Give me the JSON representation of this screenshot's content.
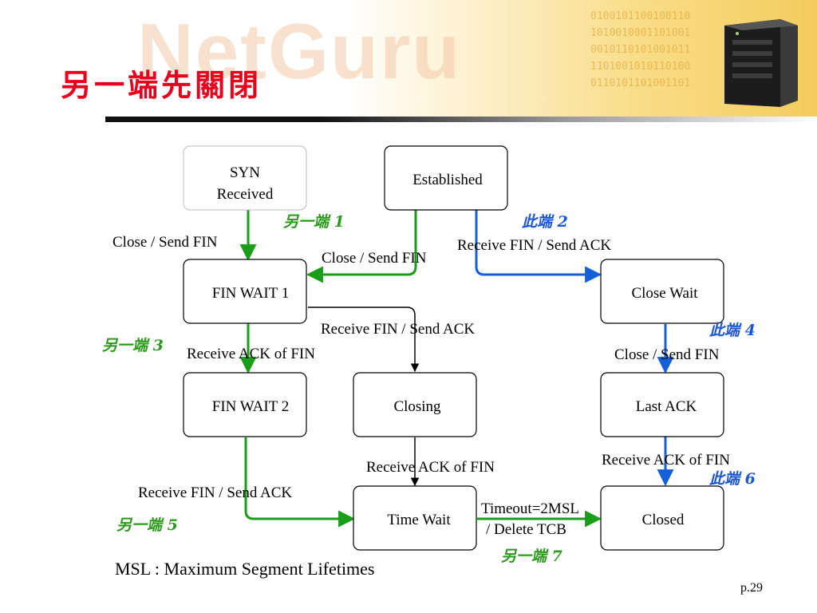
{
  "slide": {
    "title": "另一端先關閉",
    "watermark": "NetGuru",
    "binary_lines": [
      "0100101100100110",
      "1010010001101001",
      "0010110101001011",
      "1101001010110100",
      "0110101101001101"
    ],
    "footnote": "MSL : Maximum Segment Lifetimes",
    "page_number": "p.29"
  },
  "colors": {
    "title": "#e8001c",
    "other_end_edge": "#1a9e1a",
    "this_end_edge": "#1560d8",
    "plain_edge": "#000000",
    "other_end_label": "#2a9a1a",
    "this_end_label": "#1b56d8"
  },
  "diagram": {
    "states": {
      "syn_received": {
        "lines": [
          "SYN",
          "Received"
        ]
      },
      "established": {
        "lines": [
          "Established"
        ]
      },
      "fin_wait_1": {
        "lines": [
          "FIN WAIT 1"
        ]
      },
      "close_wait": {
        "lines": [
          "Close Wait"
        ]
      },
      "fin_wait_2": {
        "lines": [
          "FIN WAIT 2"
        ]
      },
      "closing": {
        "lines": [
          "Closing"
        ]
      },
      "last_ack": {
        "lines": [
          "Last ACK"
        ]
      },
      "time_wait": {
        "lines": [
          "Time Wait"
        ]
      },
      "closed": {
        "lines": [
          "Closed"
        ]
      }
    },
    "transitions": {
      "syn_to_finwait1": {
        "from": "SYN Received",
        "to": "FIN WAIT 1",
        "label": "Close / Send FIN"
      },
      "est_to_finwait1": {
        "from": "Established",
        "to": "FIN WAIT 1",
        "label": "Close / Send FIN"
      },
      "est_to_closewait": {
        "from": "Established",
        "to": "Close Wait",
        "label": "Receive FIN / Send ACK"
      },
      "finwait1_to_closing": {
        "from": "FIN WAIT 1",
        "to": "Closing",
        "label": "Receive FIN / Send ACK"
      },
      "finwait1_to_finwait2": {
        "from": "FIN WAIT 1",
        "to": "FIN WAIT 2",
        "label": "Receive ACK of FIN"
      },
      "closewait_to_lastack": {
        "from": "Close Wait",
        "to": "Last ACK",
        "label": "Close / Send FIN"
      },
      "closing_to_timewait": {
        "from": "Closing",
        "to": "Time Wait",
        "label": "Receive ACK of FIN"
      },
      "lastack_to_closed": {
        "from": "Last ACK",
        "to": "Closed",
        "label": "Receive ACK of FIN"
      },
      "finwait2_to_timewait": {
        "from": "FIN WAIT 2",
        "to": "Time Wait",
        "label": "Receive FIN / Send ACK"
      },
      "timewait_to_closed": {
        "from": "Time Wait",
        "to": "Closed",
        "label_lines": [
          "Timeout=2MSL",
          "/ Delete TCB"
        ]
      }
    },
    "end_labels": {
      "other_1": "另一端 1",
      "this_2": "此端 2",
      "other_3": "另一端 3",
      "this_4": "此端 4",
      "other_5": "另一端 5",
      "this_6": "此端 6",
      "other_7": "另一端 7"
    }
  }
}
